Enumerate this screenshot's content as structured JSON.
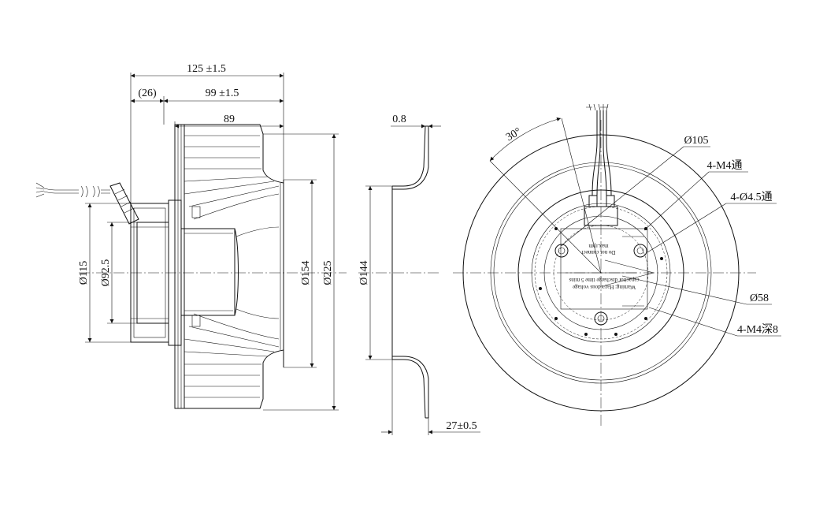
{
  "side_view": {
    "dim_overall_length": "125 ±1.5",
    "dim_inlet_offset": "(26)",
    "dim_impeller_width": "99 ±1.5",
    "dim_blade_width": "89",
    "dim_motor_flange_dia": "Ø115",
    "dim_motor_bolt_circle": "Ø92.5",
    "dim_inlet_dia": "Ø154",
    "dim_impeller_dia": "Ø225"
  },
  "inlet_ring_view": {
    "dim_thickness": "0.8",
    "dim_diameter": "Ø144",
    "dim_depth": "27±0.5"
  },
  "front_view": {
    "dim_angle": "30°",
    "dim_hole_circle": "Ø105",
    "dim_thread_through": "4-M4通",
    "dim_hole_through": "4-Ø4.5通",
    "dim_hub_dia": "Ø58",
    "dim_thread_depth": "4-M4深8",
    "label_line1": "Warning: Hazardous voltage",
    "label_line2": "capacitor discharge time 5 mins",
    "label_line3": "Do not connect",
    "label_line4": "max.rpm"
  }
}
